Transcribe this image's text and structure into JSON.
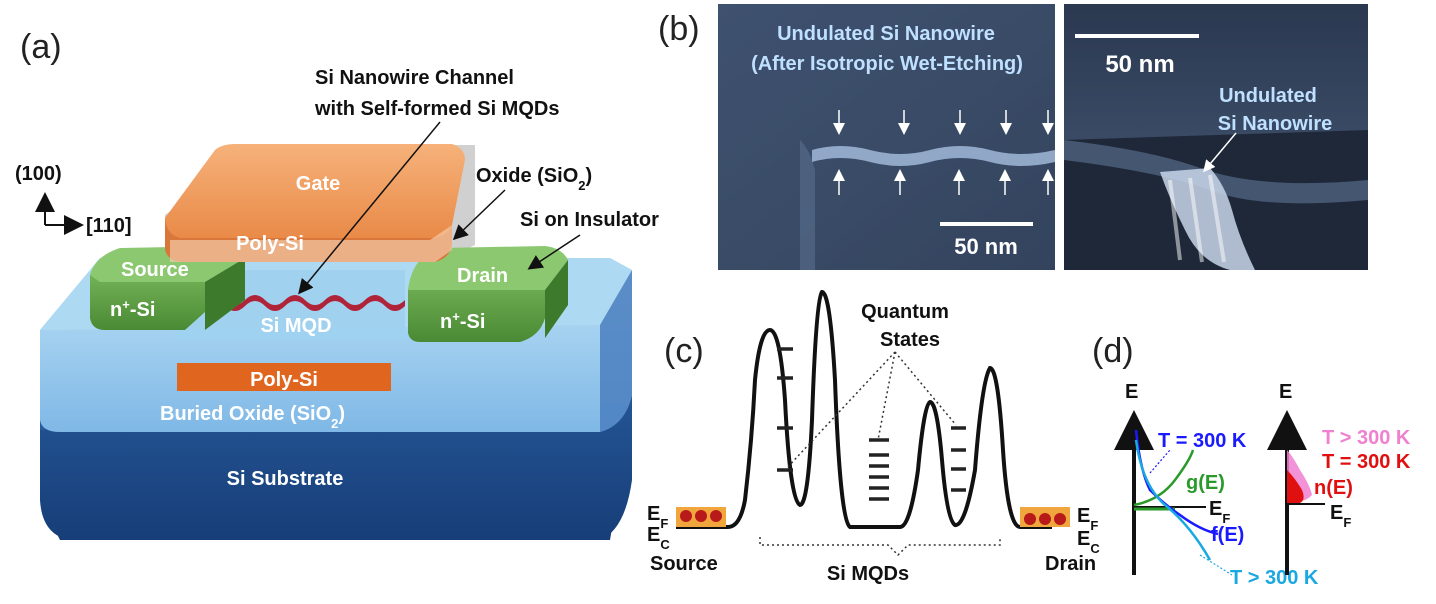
{
  "panels": {
    "a": {
      "label": "(a)",
      "callout_channel_line1": "Si Nanowire Channel",
      "callout_channel_line2": "with Self-formed Si MQDs",
      "callout_oxide": "Oxide (SiO",
      "callout_oxide_sub": "2",
      "callout_oxide_close": ")",
      "callout_soi": "Si on Insulator",
      "axis_vertical": "(100)",
      "axis_horizontal": "[110]",
      "gate": "Gate",
      "gate_poly": "Poly-Si",
      "source": "Source",
      "source_n": "n",
      "source_n_sup": "+",
      "source_n_rest": "-Si",
      "drain": "Drain",
      "drain_n": "n",
      "drain_n_sup": "+",
      "drain_n_rest": "-Si",
      "si_mqd": "Si MQD",
      "back_poly": "Poly-Si",
      "buried_oxide": "Buried Oxide (SiO",
      "buried_oxide_sub": "2",
      "buried_oxide_close": ")",
      "substrate": "Si Substrate"
    },
    "b": {
      "label": "(b)",
      "caption_line1": "Undulated Si Nanowire",
      "caption_line2": "(After Isotropic Wet-Etching)",
      "scalebar_left": "50 nm",
      "scalebar_right": "50 nm",
      "caption_right_line1": "Undulated",
      "caption_right_line2": "Si Nanowire"
    },
    "c": {
      "label": "(c)",
      "quantum_line1": "Quantum",
      "quantum_line2": "States",
      "ef_left": "E",
      "ef_left_sub": "F",
      "ec_left": "E",
      "ec_left_sub": "C",
      "ef_right": "E",
      "ef_right_sub": "F",
      "ec_right": "E",
      "ec_right_sub": "C",
      "source": "Source",
      "drain": "Drain",
      "mqds": "Si MQDs"
    },
    "d": {
      "label": "(d)",
      "e_axis_left": "E",
      "e_axis_right": "E",
      "t300_left": "T = 300 K",
      "g_of_e": "g(E)",
      "ef_left": "E",
      "ef_left_sub": "F",
      "f_of_e": "f(E)",
      "tgt300_bottom": "T > 300 K",
      "tgt300_right": "T > 300 K",
      "t300_right": "T = 300 K",
      "n_of_e": "n(E)",
      "ef_right": "E",
      "ef_right_sub": "F"
    }
  },
  "colors": {
    "gate_orange": "#f0a060",
    "drain_green": "#6aa84f",
    "oxide_blue": "#9fd0f0",
    "substrate_blue": "#1f4e8c",
    "poly_orange": "#e0651e",
    "sem_label": "#bfe0ff",
    "blue_label": "#1a1aff",
    "cyan_curve": "#1aa8e0",
    "green_curve": "#2a9a2a",
    "red_label": "#e01010",
    "pink_label": "#f080d0"
  }
}
